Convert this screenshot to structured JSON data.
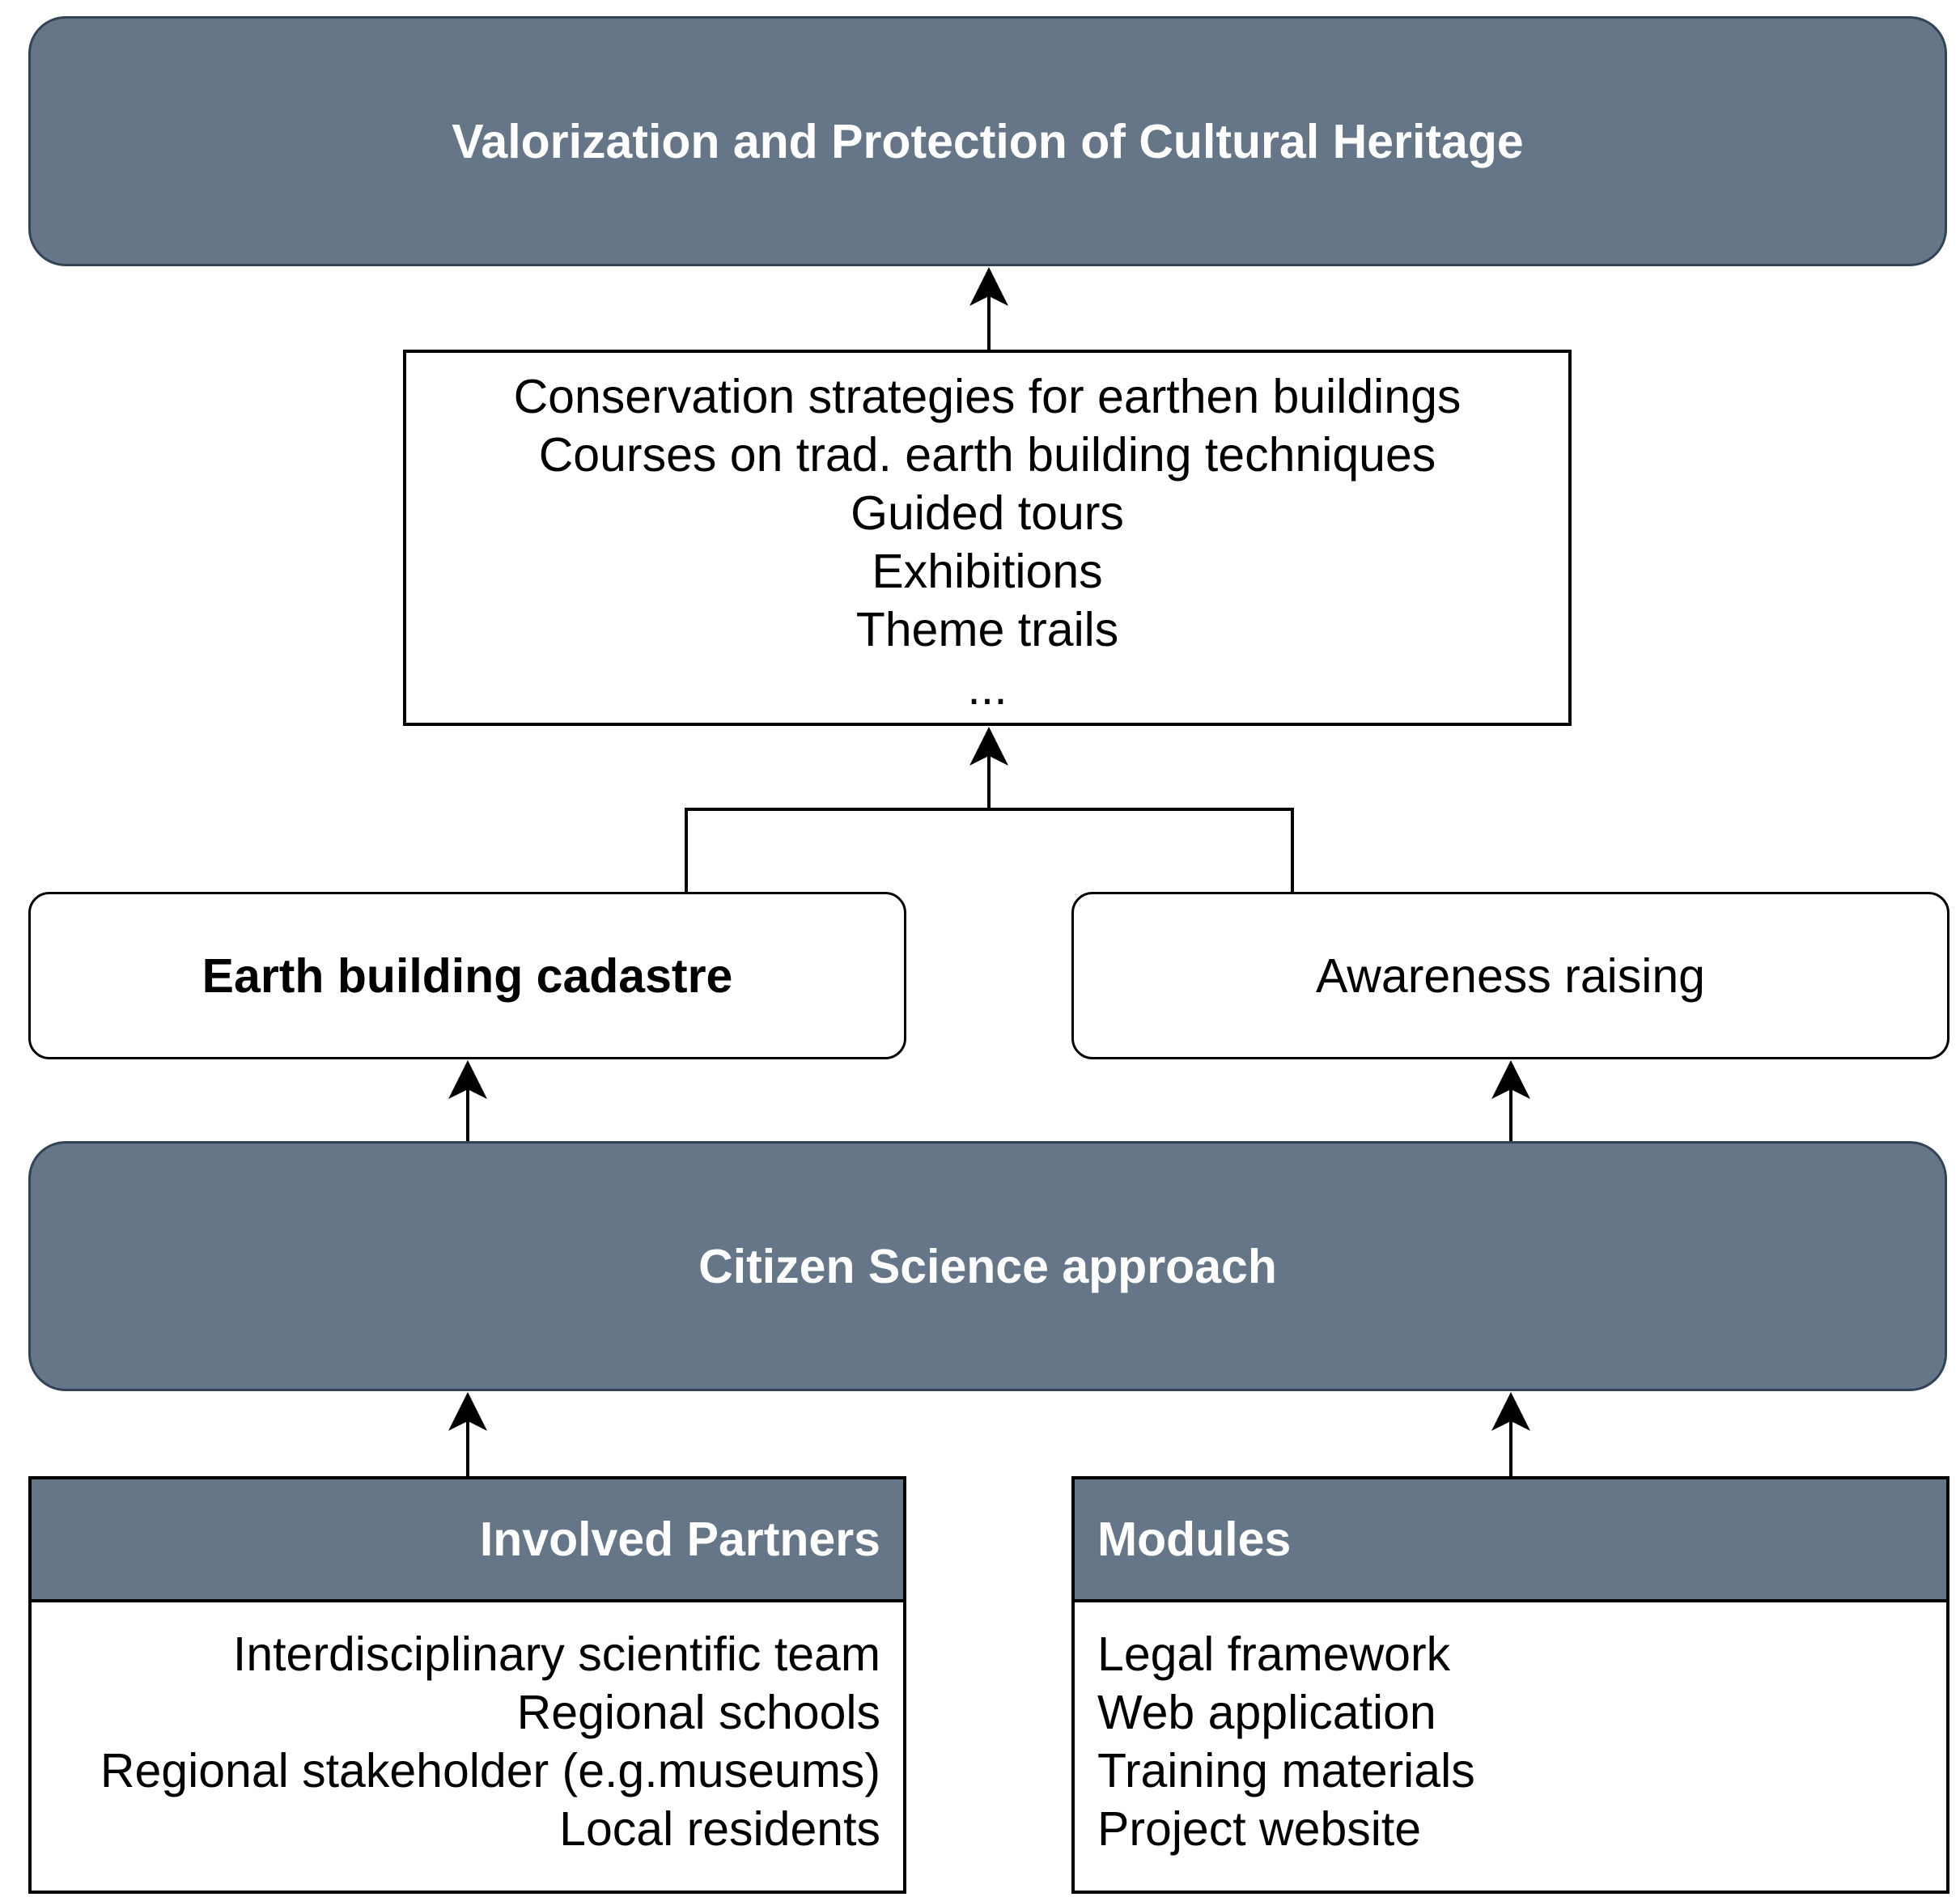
{
  "top": {
    "title": "Valorization and Protection of Cultural Heritage"
  },
  "strategies": {
    "items": [
      "Conservation strategies for earthen buildings",
      "Courses on trad. earth building techniques",
      "Guided tours",
      "Exhibitions",
      "Theme trails",
      "..."
    ]
  },
  "cadastre": {
    "label": "Earth building cadastre"
  },
  "awareness": {
    "label": "Awareness raising"
  },
  "citizen": {
    "label": "Citizen Science approach"
  },
  "partners": {
    "title": "Involved Partners",
    "items": [
      "Interdisciplinary scientific team",
      "Regional schools",
      "Regional stakeholder (e.g.museums)",
      "Local residents"
    ]
  },
  "modules": {
    "title": "Modules",
    "items": [
      "Legal framework",
      "Web application",
      "Training materials",
      "Project website"
    ]
  },
  "colors": {
    "dark_fill": "#647687",
    "dark_border": "#314354",
    "text_light": "#ffffff"
  }
}
